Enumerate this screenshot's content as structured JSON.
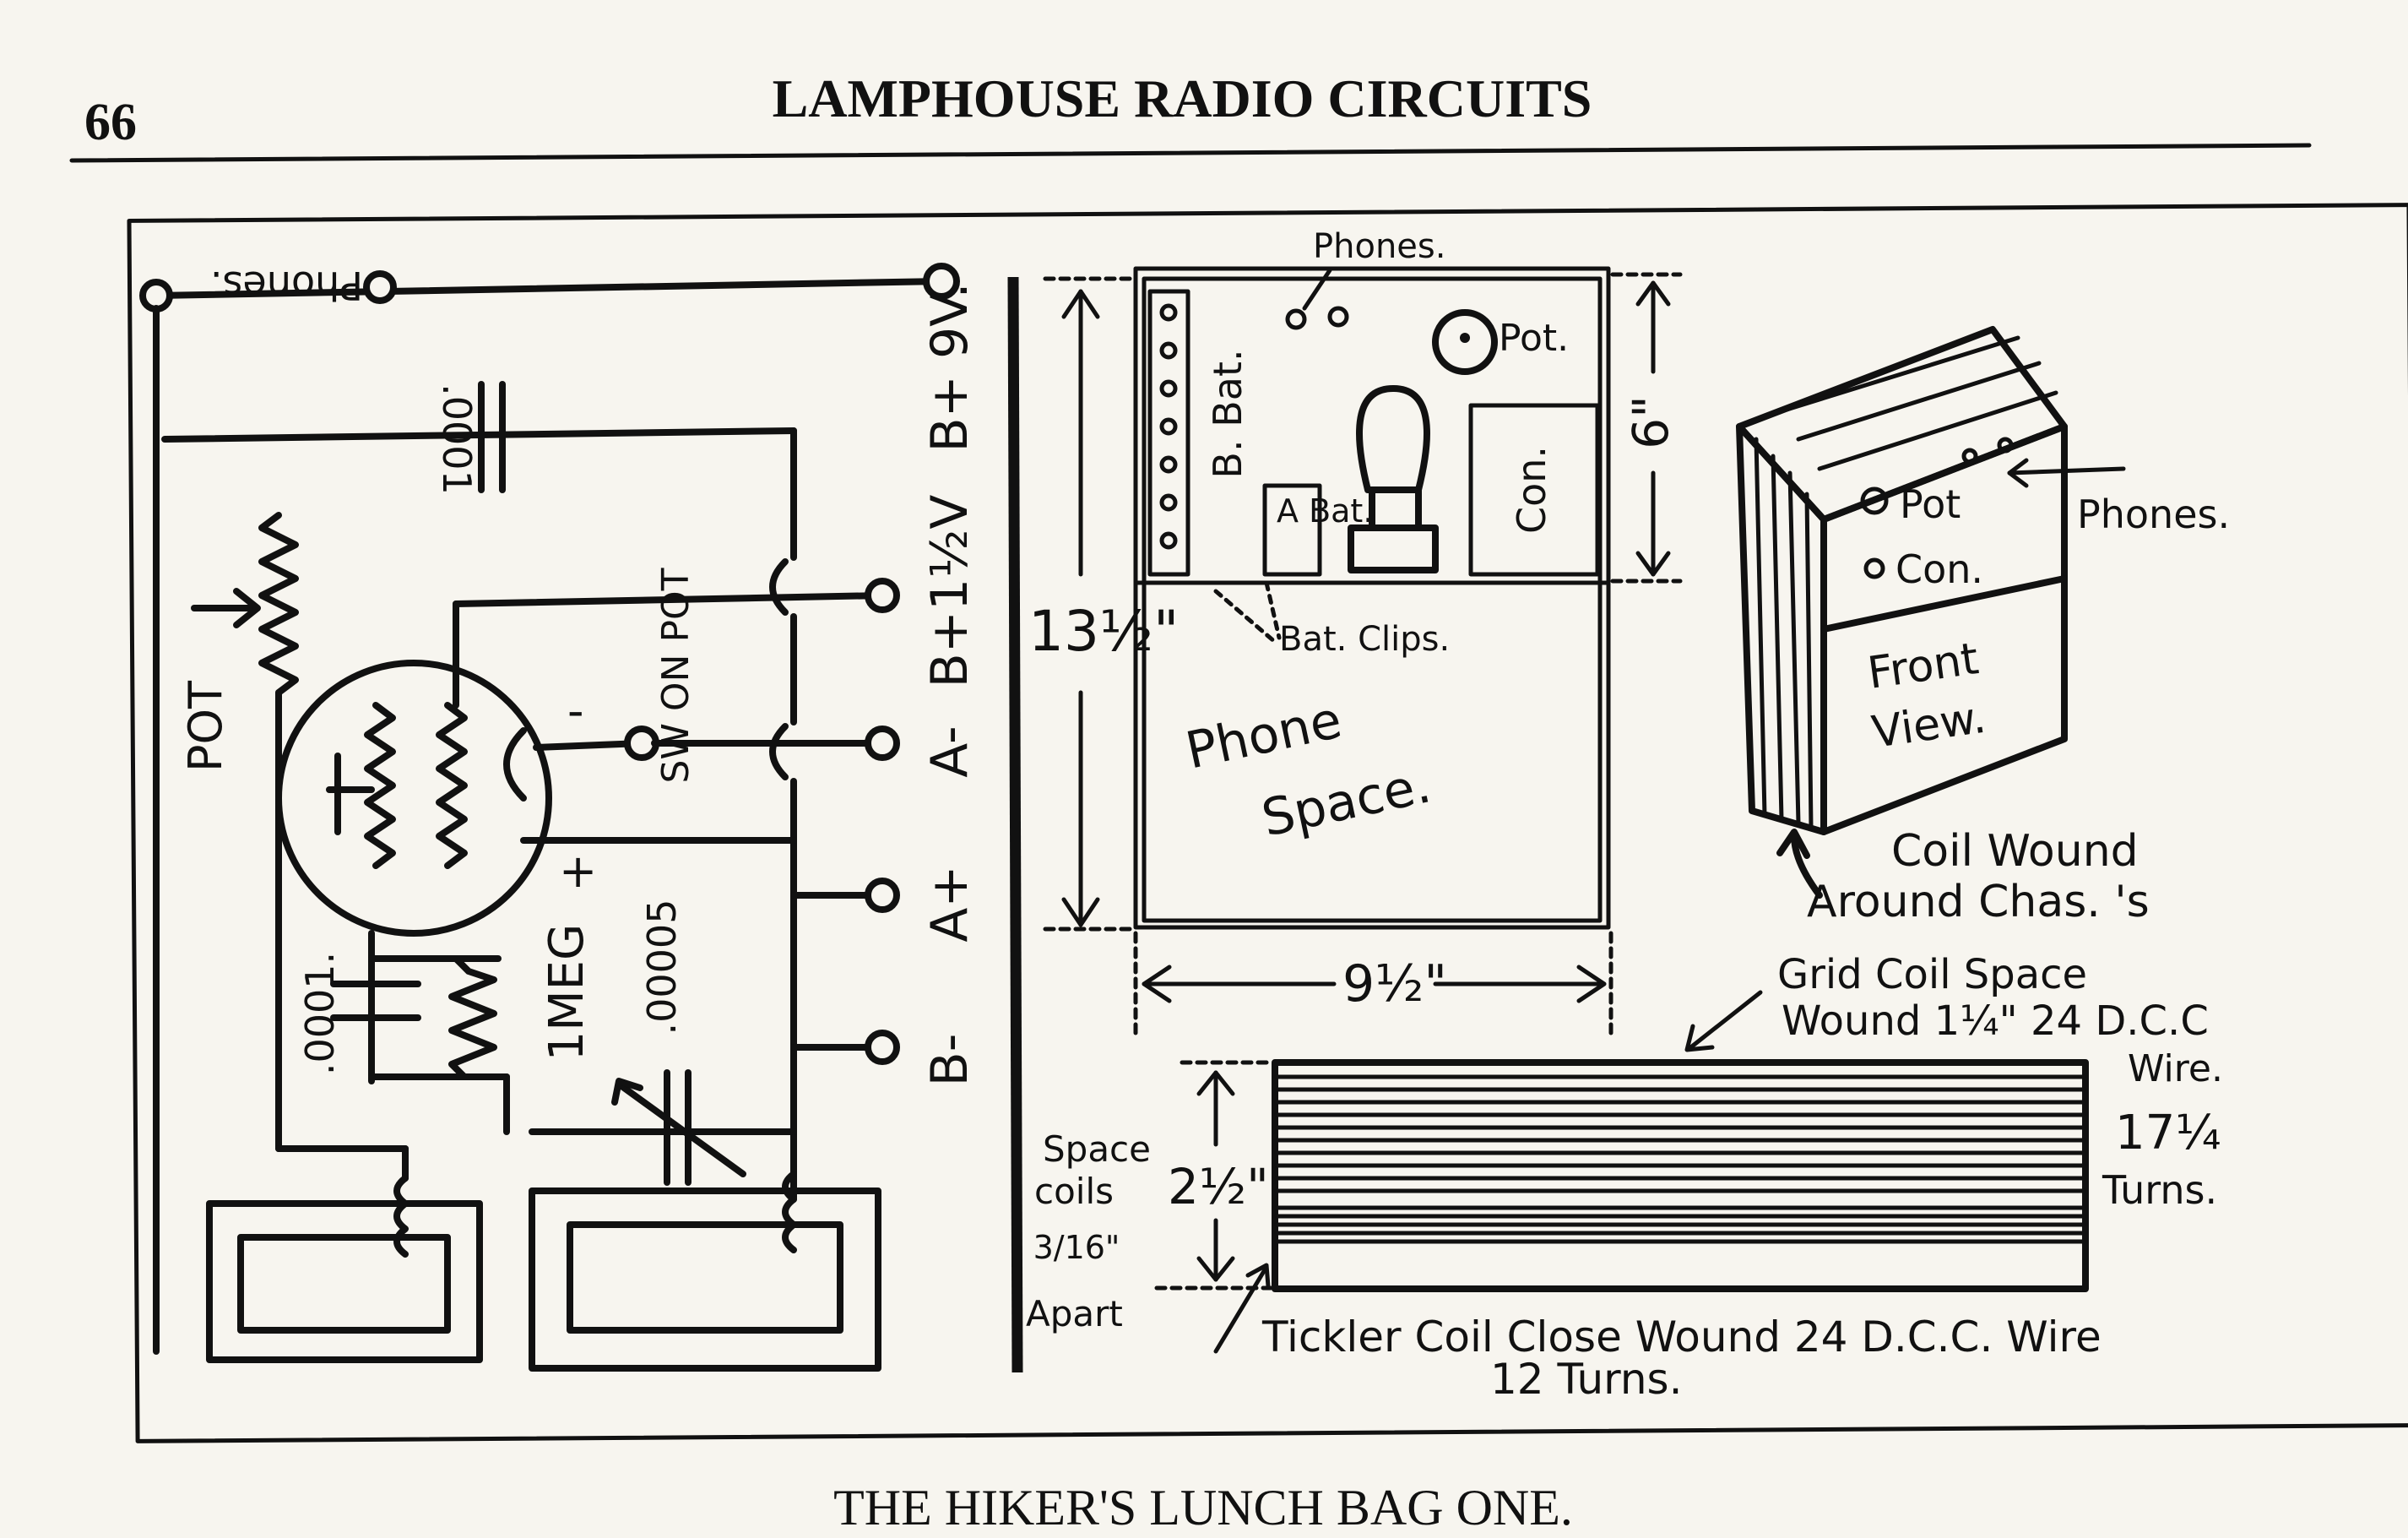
{
  "page": {
    "page_number": "66",
    "running_head": "LAMPHOUSE RADIO CIRCUITS",
    "caption": "THE HIKER'S LUNCH BAG ONE."
  },
  "schematic": {
    "phones_label": "Phones.",
    "b_plus_9v": "B+ 9V.",
    "b_plus_1_5v": "B+1½V",
    "a_minus": "A-",
    "a_plus": "A+",
    "b_minus": "B-",
    "cap_0001_top": ".0001",
    "cap_0001_grid": ".0001.",
    "cap_00005": ".00005",
    "pot_label": "POT",
    "resistor_label": "1MEG",
    "switch_label": "SW ON POT",
    "minus_sign": "-",
    "plus_sign": "+"
  },
  "layout_view": {
    "height_label": "13½\"",
    "width_label": "9½\"",
    "compartment_height_label": "6\"",
    "phones_label": "Phones.",
    "b_battery_label": "B. Bat.",
    "a_battery_label": "A Bat.",
    "pot_label": "Pot.",
    "condenser_label": "Con.",
    "bat_clips_label": "Bat. Clips.",
    "phone_space_line1": "Phone",
    "phone_space_line2": "Space."
  },
  "front_view": {
    "pot_label": "Pot",
    "con_label": "Con.",
    "phones_label": "Phones.",
    "front_line1": "Front",
    "front_line2": "View.",
    "coil_line1": "Coil Wound",
    "coil_line2": "Around Chas. 's"
  },
  "coil_view": {
    "grid_line1": "Grid Coil Space",
    "grid_line2": "Wound 1¼\" 24 D.C.C",
    "grid_line3": "Wire.",
    "turns_value": "17¼",
    "turns_label": "Turns.",
    "height_label": "2½\"",
    "space_line1": "Space",
    "space_line2": "coils",
    "space_fraction": "3/16\"",
    "space_line3": "Apart",
    "tickler_line1": "Tickler Coil Close Wound 24 D.C.C. Wire",
    "tickler_line2": "12 Turns."
  }
}
